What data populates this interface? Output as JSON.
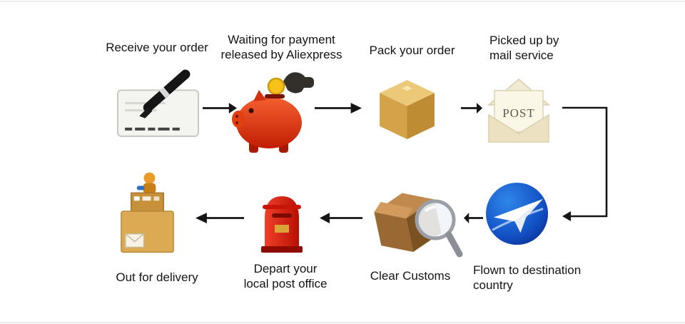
{
  "steps": [
    {
      "label": "Receive your order",
      "icon": "cheque-pen-icon"
    },
    {
      "label": "Waiting for payment\nreleased by Aliexpress",
      "icon": "piggy-bank-icon"
    },
    {
      "label": "Pack your order",
      "icon": "package-box-icon"
    },
    {
      "label": "Picked up by\nmail service",
      "icon": "post-envelope-icon"
    },
    {
      "label": "Flown to destination\ncountry",
      "icon": "airplane-globe-icon"
    },
    {
      "label": "Clear Customs",
      "icon": "customs-inspection-icon"
    },
    {
      "label": "Depart your\nlocal post office",
      "icon": "mailbox-icon"
    },
    {
      "label": "Out for delivery",
      "icon": "delivery-courier-icon"
    }
  ],
  "post_envelope_text": "POST",
  "colors": {
    "arrow": "#151515",
    "piggy_red": "#d92c07",
    "box_tan": "#d3a249",
    "globe_blue": "#1250c4",
    "mailbox_red": "#d01407",
    "envelope_cream": "#f1ead2"
  }
}
